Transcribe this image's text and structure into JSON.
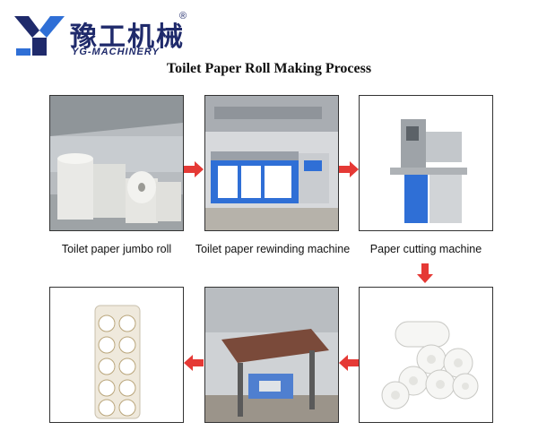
{
  "logo": {
    "brand_cn": "豫工机械",
    "registered": "®",
    "brand_en": "YG-MACHINERY"
  },
  "title": "Toilet Paper Roll Making Process",
  "steps": [
    {
      "label": "Toilet paper jumbo roll"
    },
    {
      "label": "Toilet paper rewinding machine"
    },
    {
      "label": "Paper cutting machine"
    }
  ],
  "colors": {
    "brand": "#1f2a6b",
    "arrow": "#e53935",
    "machine_blue": "#2f6fd6"
  }
}
